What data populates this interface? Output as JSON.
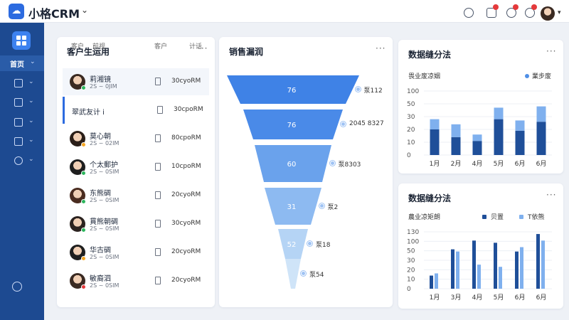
{
  "header": {
    "app_title": "小格CRM",
    "logo_icon": "cloud-logo-icon",
    "accent": "#2c6be0"
  },
  "sidebar": {
    "home_label": "首页",
    "items": [
      {
        "icon": "chart-icon"
      },
      {
        "icon": "edit-icon"
      },
      {
        "icon": "grid-icon"
      },
      {
        "icon": "calendar-icon"
      },
      {
        "icon": "gear-icon"
      }
    ],
    "bg": "#1d4a91"
  },
  "customers": {
    "title": "客户生运用",
    "more": "···",
    "headers": [
      "客户",
      "前视",
      "客户",
      "计话"
    ],
    "rows": [
      {
        "name": "莉湘镜",
        "sub": "2S ~ 0JIM",
        "value": "30cyoRM",
        "status": "#2db55d",
        "avatar": "#3a2a22"
      },
      {
        "name": "翠武友计 i",
        "sub": "",
        "value": "30cpoRM",
        "status": "",
        "avatar": ""
      },
      {
        "name": "莫心朝",
        "sub": "2S ~ 02IM",
        "value": "80cpoRM",
        "status": "#f5a623",
        "avatar": "#2a1e18"
      },
      {
        "name": "个太郵护",
        "sub": "2S ~ 0SIM",
        "value": "10cpoRM",
        "status": "#2db55d",
        "avatar": "#1e1e1e"
      },
      {
        "name": "东熊碉",
        "sub": "2S ~ 0SIM",
        "value": "20cyoRM",
        "status": "#2db55d",
        "avatar": "#4a2c20"
      },
      {
        "name": "貫熊朝碉",
        "sub": "2S ~ 0SIM",
        "value": "30cyoRM",
        "status": "#2db55d",
        "avatar": "#2c2320"
      },
      {
        "name": "华古碉",
        "sub": "2S ~ 0SIM",
        "value": "20cyoRM",
        "status": "#f5a623",
        "avatar": "#1f1f1f"
      },
      {
        "name": "敏裔泗",
        "sub": "2S ~ 0SIM",
        "value": "20cyoRM",
        "status": "#e5393b",
        "avatar": "#3a2a22"
      }
    ]
  },
  "funnel": {
    "title": "销售漏润",
    "more": "···",
    "stages": [
      {
        "value": "76",
        "label": "泵112",
        "color": "#3f82e6"
      },
      {
        "value": "76",
        "label": "2045 8327",
        "color": "#4a8ae8"
      },
      {
        "value": "60",
        "label": "泵8303",
        "color": "#6aa2ec"
      },
      {
        "value": "31",
        "label": "泵2",
        "color": "#8dbaf1"
      },
      {
        "value": "52",
        "label": "泵18",
        "color": "#b5d4f5"
      },
      {
        "value": "",
        "label": "泵54",
        "color": "#cfe4f8"
      }
    ]
  },
  "chart_data": [
    {
      "type": "bar",
      "title": "数据缝分法",
      "subtitle": "畏业废凉姻",
      "legend": [
        "業步废"
      ],
      "more": "···",
      "categories": [
        "1月",
        "2月",
        "4月",
        "5月",
        "6月",
        "6月"
      ],
      "ylim": [
        0,
        100
      ],
      "yticks": [
        0,
        10,
        20,
        30,
        50,
        100
      ],
      "series": [
        {
          "name": "業步废",
          "values": [
            40,
            28,
            22,
            56,
            38,
            52
          ],
          "color": "#1f4f99"
        },
        {
          "name": "",
          "values": [
            16,
            20,
            10,
            18,
            16,
            24
          ],
          "color": "#7fb0ee"
        }
      ]
    },
    {
      "type": "bar",
      "title": "数据缝分法",
      "subtitle": "農业凉矩朗",
      "legend": [
        "贝置",
        "T依熊"
      ],
      "more": "···",
      "categories": [
        "1月",
        "3月",
        "4月",
        "5月",
        "6月",
        "6月"
      ],
      "ylim": [
        0,
        130
      ],
      "yticks": [
        0,
        10,
        20,
        30,
        50,
        100,
        130
      ],
      "series": [
        {
          "name": "贝置",
          "values": [
            30,
            90,
            110,
            105,
            85,
            125
          ],
          "color": "#1f4f99"
        },
        {
          "name": "T依熊",
          "values": [
            35,
            85,
            55,
            50,
            95,
            110
          ],
          "color": "#7fb0ee"
        }
      ]
    }
  ]
}
